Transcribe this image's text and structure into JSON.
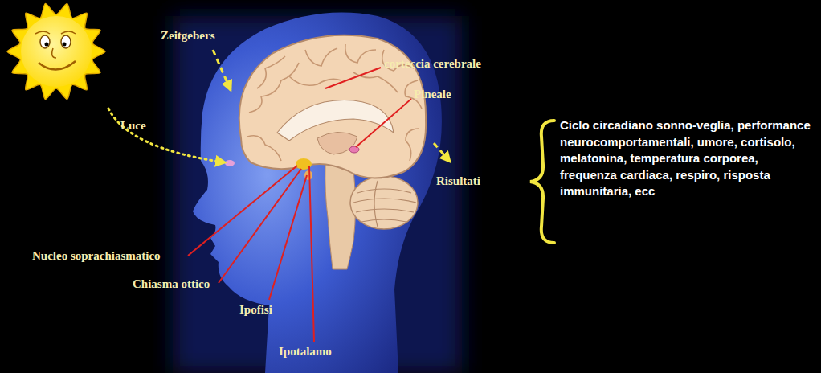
{
  "diagram": {
    "labels": [
      "Zeitgebers",
      "Luce",
      "corteccia cerebrale",
      "Pineale",
      "Nucleo soprachiasmatico",
      "Chiasma ottico",
      "Ipofisi",
      "Ipotalamo",
      "Risultati",
      "Ciclo circadiano sonno-veglia, performance neurocomportamentali, umore, cortisolo, melatonina, temperatura corporea, frequenza cardiaca, respiro, risposta immunitaria, ecc"
    ]
  }
}
